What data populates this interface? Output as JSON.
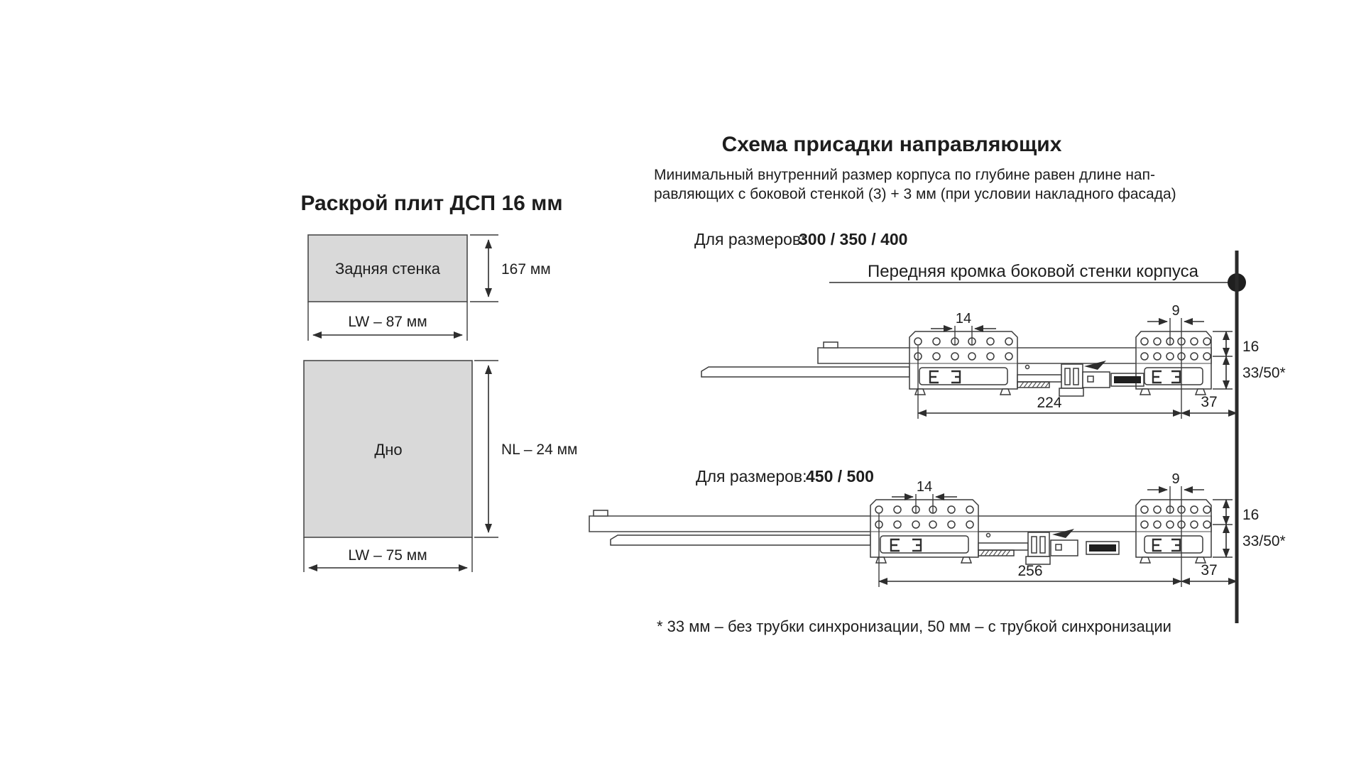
{
  "colors": {
    "background": "#ffffff",
    "line": "#3a3a3a",
    "text": "#1d1d1d",
    "panel_fill": "#d9d9d9"
  },
  "left_panel": {
    "title": "Раскрой плит ДСП 16 мм",
    "back_wall": {
      "label": "Задняя стенка",
      "height_dim": "167 мм",
      "width_dim": "LW – 87 мм"
    },
    "bottom": {
      "label": "Дно",
      "height_dim": "NL – 24 мм",
      "width_dim": "LW – 75 мм"
    }
  },
  "right_panel": {
    "title": "Схема присадки направляющих",
    "description_line1": "Минимальный внутренний размер корпуса по глубине равен длине нап-",
    "description_line2": "равляющих с боковой стенкой (3) + 3 мм (при условии накладного фасада)",
    "front_edge_label": "Передняя кромка боковой стенки корпуса",
    "diagram_small": {
      "size_prefix": "Для размеров:",
      "size_values": "300 / 350 / 400",
      "dim_hole_pitch": "14",
      "dim_hole_pitch_right": "9",
      "dim_row_spacing": "16",
      "dim_depth": "33/50*",
      "dim_length": "224",
      "dim_front_gap": "37"
    },
    "diagram_large": {
      "size_prefix": "Для размеров:",
      "size_values": "450 / 500",
      "dim_hole_pitch": "14",
      "dim_hole_pitch_right": "9",
      "dim_row_spacing": "16",
      "dim_depth": "33/50*",
      "dim_length": "256",
      "dim_front_gap": "37"
    },
    "footnote": "* 33 мм – без трубки синхронизации, 50 мм – с трубкой синхронизации"
  }
}
